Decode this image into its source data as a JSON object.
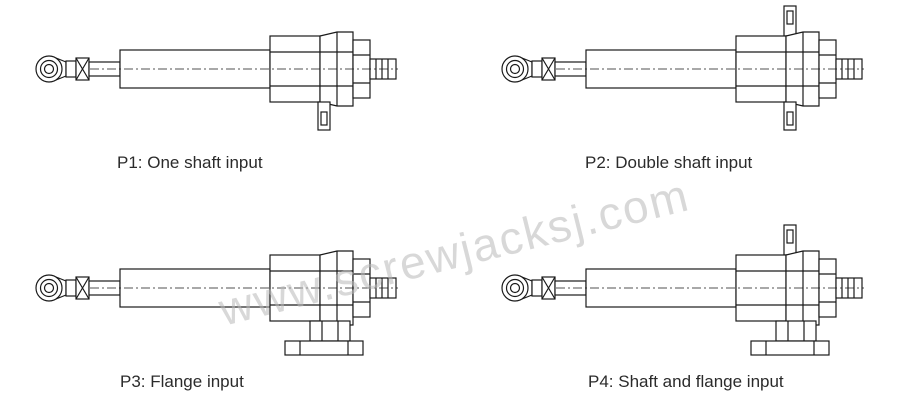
{
  "panels": [
    {
      "id": "p1",
      "caption": "P1: One shaft input",
      "top_shaft": false,
      "bottom_shaft": true,
      "flange": false
    },
    {
      "id": "p2",
      "caption": "P2: Double shaft input",
      "top_shaft": true,
      "bottom_shaft": true,
      "flange": false
    },
    {
      "id": "p3",
      "caption": "P3: Flange input",
      "top_shaft": false,
      "bottom_shaft": false,
      "flange": true
    },
    {
      "id": "p4",
      "caption": "P4: Shaft and flange input",
      "top_shaft": true,
      "bottom_shaft": false,
      "flange": true
    }
  ],
  "watermark": "www.screwjacksj.com",
  "colors": {
    "line": "#1a1a1a",
    "caption": "#2b2b2b",
    "watermark": "#b9b9b9",
    "background": "#ffffff"
  }
}
